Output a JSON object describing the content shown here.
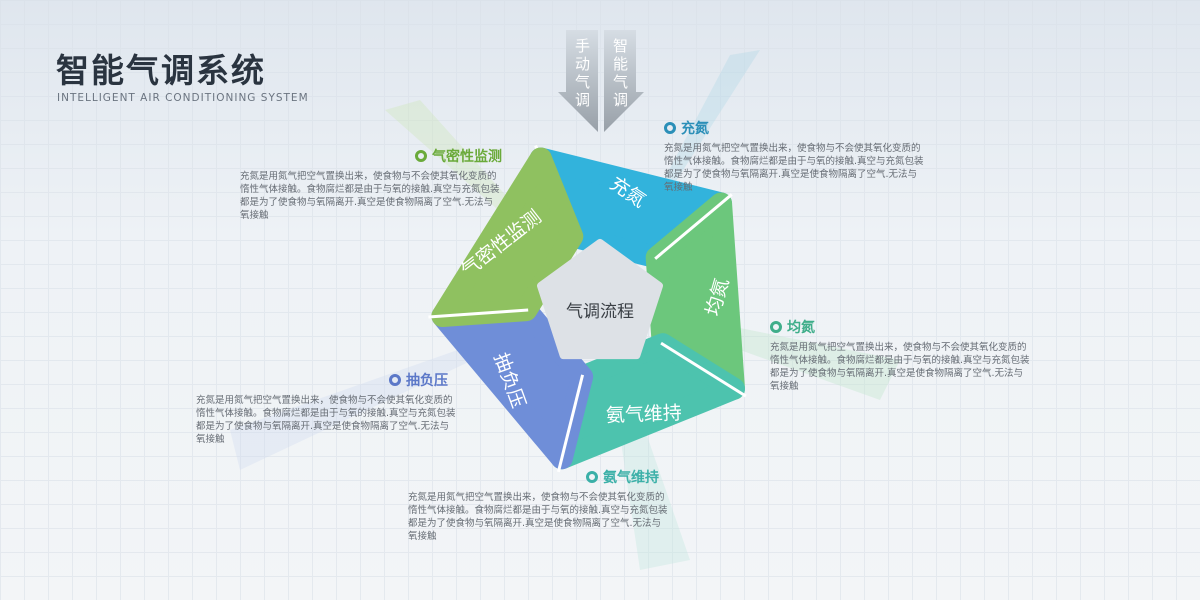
{
  "header": {
    "title": "智能气调系统",
    "subtitle": "INTELLIGENT AIR CONDITIONING SYSTEM"
  },
  "arrows": {
    "manual": "手动气调",
    "smart": "智能气调"
  },
  "diagram": {
    "center": "气调流程",
    "segments": [
      {
        "label": "充氮",
        "color": "#32b3dc"
      },
      {
        "label": "均氮",
        "color": "#6cc77c"
      },
      {
        "label": "氨气维持",
        "color": "#4dc3ae"
      },
      {
        "label": "抽负压",
        "color": "#6f8ed8"
      },
      {
        "label": "气密性监测",
        "color": "#8fc160"
      }
    ]
  },
  "descriptions": [
    {
      "title": "充氮",
      "color": "#2b8fb8",
      "text": "充氮是用氮气把空气置换出来，使食物与不会使其氧化变质的惰性气体接触。食物腐烂都是由于与氧的接触.真空与充氮包装都是为了使食物与氧隔离开.真空是使食物隔离了空气.无法与氧接触"
    },
    {
      "title": "均氮",
      "color": "#3fae8a",
      "text": "充氮是用氮气把空气置换出来，使食物与不会使其氧化变质的惰性气体接触。食物腐烂都是由于与氧的接触.真空与充氮包装都是为了使食物与氧隔离开.真空是使食物隔离了空气.无法与氧接触"
    },
    {
      "title": "氨气维持",
      "color": "#3bb0a8",
      "text": "充氮是用氮气把空气置换出来，使食物与不会使其氧化变质的惰性气体接触。食物腐烂都是由于与氧的接触.真空与充氮包装都是为了使食物与氧隔离开.真空是使食物隔离了空气.无法与氧接触"
    },
    {
      "title": "抽负压",
      "color": "#5c78c8",
      "text": "充氮是用氮气把空气置换出来，使食物与不会使其氧化变质的惰性气体接触。食物腐烂都是由于与氧的接触.真空与充氮包装都是为了使食物与氧隔离开.真空是使食物隔离了空气.无法与氧接触"
    },
    {
      "title": "气密性监测",
      "color": "#6aaa3a",
      "text": "充氮是用氮气把空气置换出来，使食物与不会使其氧化变质的惰性气体接触。食物腐烂都是由于与氧的接触.真空与充氮包装都是为了使食物与氧隔离开.真空是使食物隔离了空气.无法与氧接触"
    }
  ]
}
